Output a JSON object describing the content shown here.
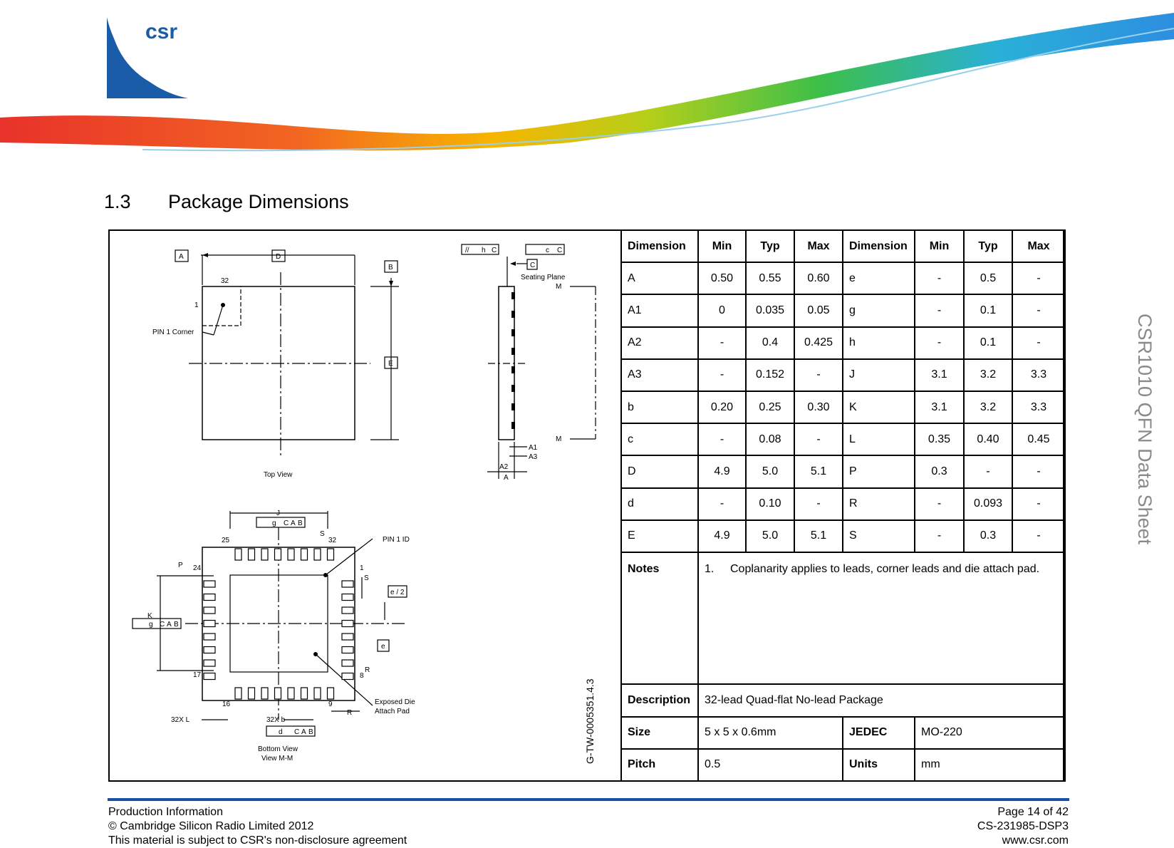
{
  "header": {
    "logo_text": "csr",
    "colors": {
      "logo_blue": "#1a5ca8",
      "swoosh_start": "#e8322a",
      "swoosh_mid": "#f5c400",
      "swoosh_end": "#2aa8e0"
    }
  },
  "section": {
    "number": "1.3",
    "title": "Package Dimensions"
  },
  "side_title": "CSR1010 QFN  Data Sheet",
  "drawing": {
    "drawing_id": "G-TW-0005351.4.3",
    "top_view_label": "Top View",
    "bottom_view_label_1": "Bottom View",
    "bottom_view_label_2": "View M-M",
    "seating_plane": "Seating Plane",
    "pin1_corner": "PIN 1 Corner",
    "pin1_id": "PIN 1 ID",
    "exposed_die_1": "Exposed Die",
    "exposed_die_2": "Attach Pad",
    "labels": {
      "A": "A",
      "B": "B",
      "C": "C",
      "D": "D",
      "E": "E",
      "M": "M",
      "A1": "A1",
      "A2": "A2",
      "A3": "A3",
      "J": "J",
      "K": "K",
      "P": "P",
      "S": "S",
      "R": "R",
      "e": "e",
      "e2": "e / 2",
      "h": "h",
      "c": "c",
      "g": "g",
      "d": "d",
      "l32": "32X L",
      "b32": "32X b",
      "par": "//",
      "p1": "1",
      "p8": "8",
      "p9": "9",
      "p16": "16",
      "p17": "17",
      "p24": "24",
      "p25": "25",
      "p32": "32"
    }
  },
  "table": {
    "headers": [
      "Dimension",
      "Min",
      "Typ",
      "Max",
      "Dimension",
      "Min",
      "Typ",
      "Max"
    ],
    "rows": [
      [
        "A",
        "0.50",
        "0.55",
        "0.60",
        "e",
        "-",
        "0.5",
        "-"
      ],
      [
        "A1",
        "0",
        "0.035",
        "0.05",
        "g",
        "-",
        "0.1",
        "-"
      ],
      [
        "A2",
        "-",
        "0.4",
        "0.425",
        "h",
        "-",
        "0.1",
        "-"
      ],
      [
        "A3",
        "-",
        "0.152",
        "-",
        "J",
        "3.1",
        "3.2",
        "3.3"
      ],
      [
        "b",
        "0.20",
        "0.25",
        "0.30",
        "K",
        "3.1",
        "3.2",
        "3.3"
      ],
      [
        "c",
        "-",
        "0.08",
        "-",
        "L",
        "0.35",
        "0.40",
        "0.45"
      ],
      [
        "D",
        "4.9",
        "5.0",
        "5.1",
        "P",
        "0.3",
        "-",
        "-"
      ],
      [
        "d",
        "-",
        "0.10",
        "-",
        "R",
        "-",
        "0.093",
        "-"
      ],
      [
        "E",
        "4.9",
        "5.0",
        "5.1",
        "S",
        "-",
        "0.3",
        "-"
      ]
    ],
    "notes_label": "Notes",
    "note_number": "1.",
    "note_text": "Coplanarity applies to leads, corner leads and die attach pad.",
    "description_label": "Description",
    "description_value": "32-lead Quad-flat No-lead Package",
    "size_label": "Size",
    "size_value": "5 x 5 x 0.6mm",
    "jedec_label": "JEDEC",
    "jedec_value": "MO-220",
    "pitch_label": "Pitch",
    "pitch_value": "0.5",
    "units_label": "Units",
    "units_value": "mm"
  },
  "footer": {
    "left": [
      "Production Information",
      "© Cambridge Silicon Radio Limited 2012",
      "This material is subject to CSR's non-disclosure agreement"
    ],
    "right": [
      "Page 14 of 42",
      "CS-231985-DSP3",
      "www.csr.com"
    ]
  }
}
